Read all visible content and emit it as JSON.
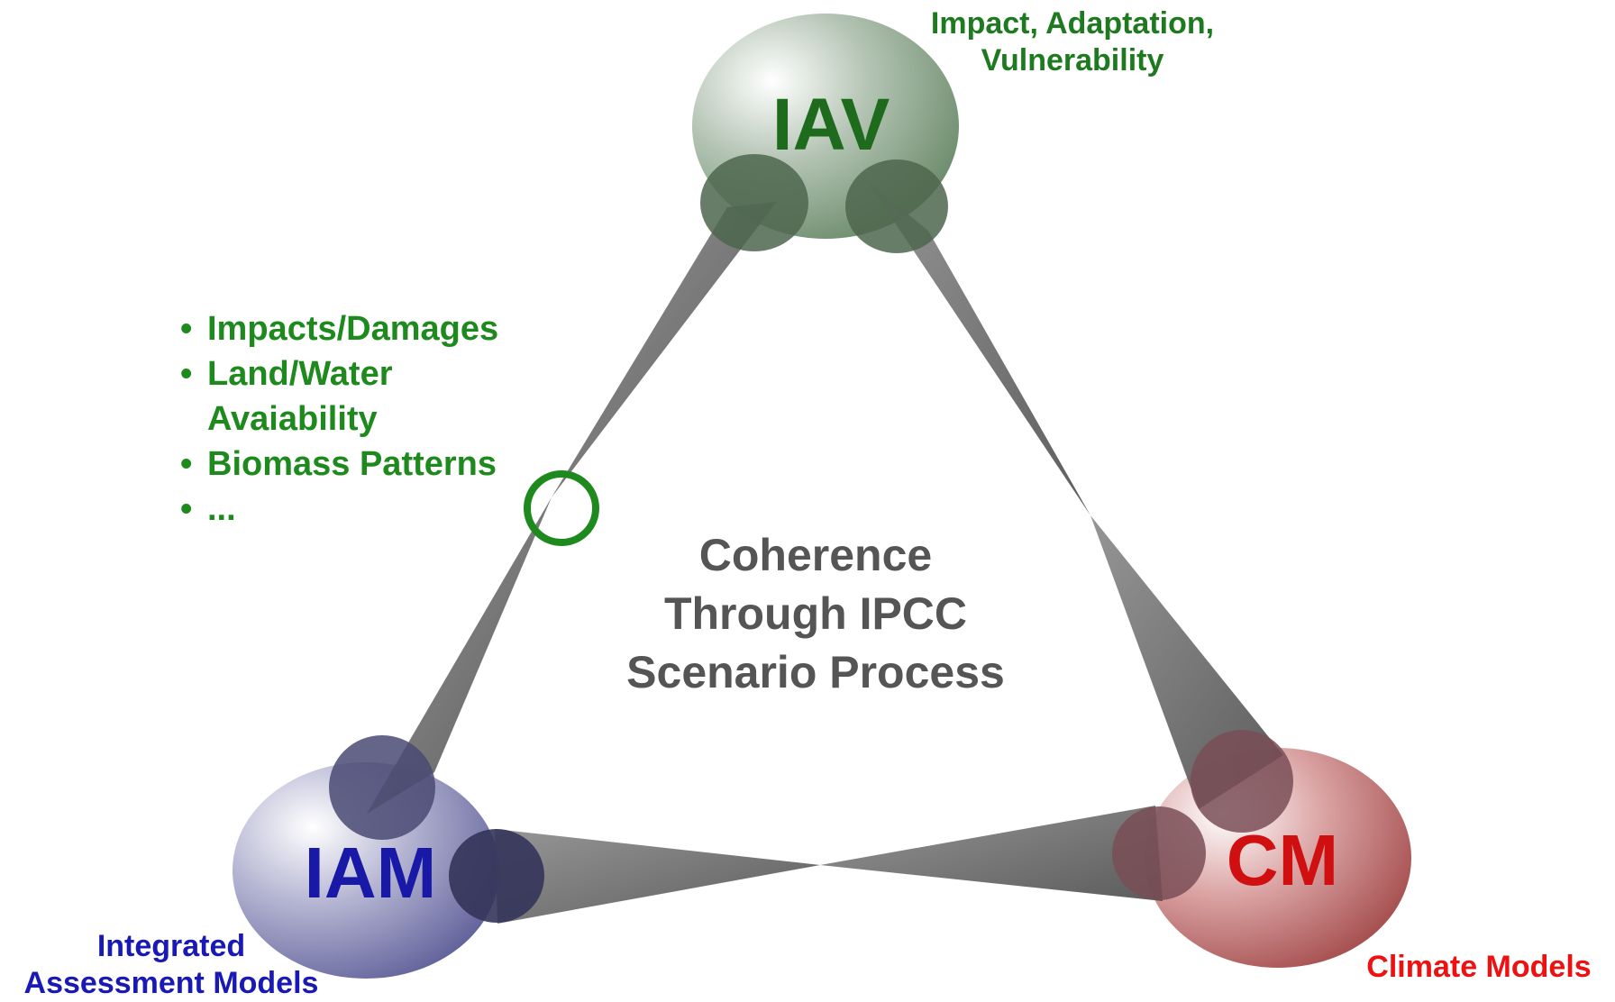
{
  "nodes": {
    "iav": {
      "abbr": "IAV",
      "description": [
        "Impact, Adaptation,",
        "Vulnerability"
      ],
      "color": "#1e6b1e"
    },
    "iam": {
      "abbr": "IAM",
      "description": [
        "Integrated",
        "Assessment Models"
      ],
      "color": "#1919a8"
    },
    "cm": {
      "abbr": "CM",
      "description": [
        "Climate Models"
      ],
      "color": "#d01010"
    }
  },
  "center": [
    "Coherence",
    "Through IPCC",
    "Scenario Process"
  ],
  "data_items": [
    "Impacts/Damages",
    "Land/Water\nAvaiability",
    "Biomass Patterns",
    "..."
  ],
  "colors": {
    "iav_fill": "#6f8f6f",
    "iam_fill": "#6a6a9e",
    "cm_fill": "#b06060",
    "cone": "#6f6f6f",
    "marker": "#1e8a1e"
  }
}
